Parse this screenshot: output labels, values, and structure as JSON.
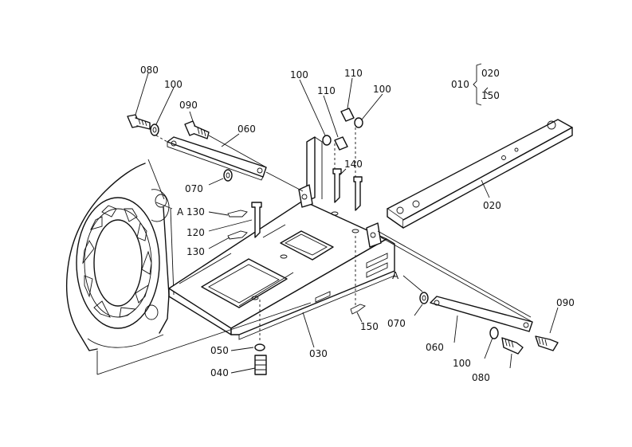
{
  "labels": {
    "p080_top": "080",
    "p100_top_left": "100",
    "p090_top": "090",
    "p060_top": "060",
    "p070_top": "070",
    "p100_mid": "100",
    "p110_mid": "110",
    "p110_top": "110",
    "p100_top_right": "100",
    "p140": "140",
    "p010": "010",
    "p020_brace": "020",
    "p150_brace": "150",
    "p020_bar": "020",
    "a_left": "A",
    "p130_upper": "130",
    "p120": "120",
    "p130_lower": "130",
    "a_right": "A",
    "p070_right": "070",
    "p150_lower": "150",
    "p090_right": "090",
    "p060_right": "060",
    "p100_right": "100",
    "p080_right": "080",
    "p050": "050",
    "p030": "030",
    "p040": "040"
  }
}
